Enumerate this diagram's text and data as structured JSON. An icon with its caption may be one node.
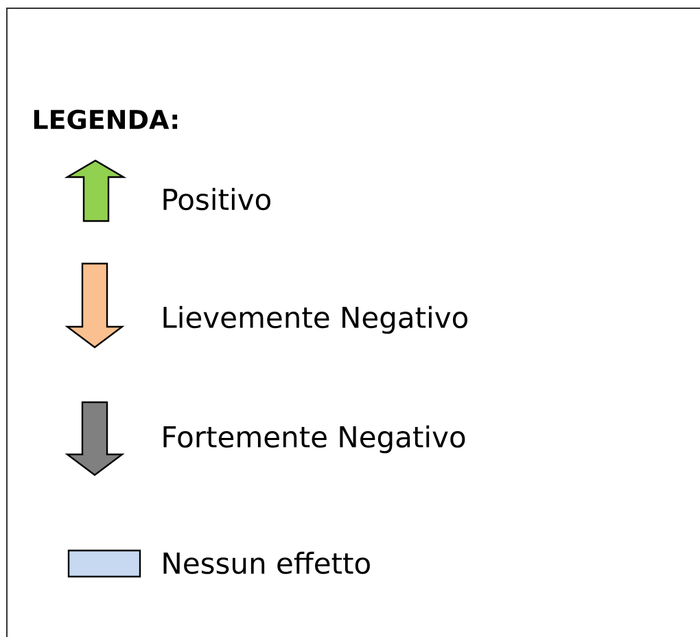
{
  "diagram": {
    "title": "LEGENDA:",
    "legend": [
      {
        "text": "Positivo",
        "color": "#92d050"
      },
      {
        "text": "Lievemente Negativo",
        "color": "#fac090"
      },
      {
        "text": "Fortemente Negativo",
        "color": "#808080"
      },
      {
        "text": "Nessun effetto",
        "color": "#c6d9f1"
      }
    ]
  }
}
